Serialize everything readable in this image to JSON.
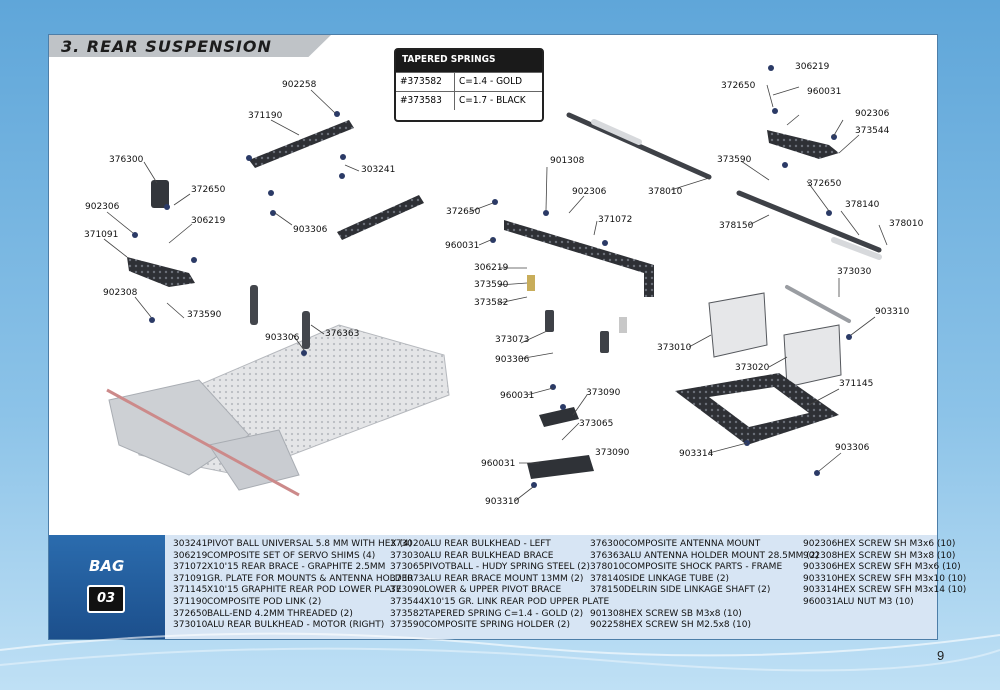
{
  "section_title": "3. REAR SUSPENSION",
  "springs_table": {
    "header": "TAPERED SPRINGS",
    "rows": [
      {
        "code": "#373582",
        "spec": "C=1.4 - GOLD"
      },
      {
        "code": "#373583",
        "spec": "C=1.7 - BLACK"
      }
    ]
  },
  "callouts": {
    "c1": "902258",
    "c2": "371190",
    "c3": "303241",
    "c4": "376300",
    "c5": "372650",
    "c6": "902306",
    "c7": "306219",
    "c8": "371091",
    "c9": "902308",
    "c10": "373590",
    "c11": "903306",
    "c12": "903306",
    "c13": "376363",
    "c14": "372650",
    "c15": "901308",
    "c16": "902306",
    "c17": "371072",
    "c18": "960031",
    "c19": "306219",
    "c20": "373590",
    "c21": "373582",
    "c22": "373073",
    "c23": "903306",
    "c24": "960031",
    "c25": "373090",
    "c26": "373065",
    "c27": "960031",
    "c28": "373090",
    "c29": "903310",
    "c30": "372650",
    "c31": "306219",
    "c32": "960031",
    "c33": "902306",
    "c34": "373544",
    "c35": "373590",
    "c36": "372650",
    "c37": "378010",
    "c38": "378140",
    "c39": "378150",
    "c40": "378010",
    "c41": "373030",
    "c42": "903310",
    "c43": "373010",
    "c44": "373020",
    "c45": "371145",
    "c46": "903314",
    "c47": "903306"
  },
  "bag": {
    "label": "BAG",
    "number": "03"
  },
  "parts": {
    "col1": [
      {
        "code": "303241",
        "desc": "PIVOT BALL UNIVERSAL 5.8 MM WITH HEX (4)"
      },
      {
        "code": "306219",
        "desc": "COMPOSITE SET OF SERVO SHIMS (4)"
      },
      {
        "code": "371072",
        "desc": "X10'15 REAR BRACE - GRAPHITE 2.5MM"
      },
      {
        "code": "371091",
        "desc": "GR. PLATE FOR MOUNTS & ANTENNA HOLDER"
      },
      {
        "code": "371145",
        "desc": "X10'15 GRAPHITE REAR POD LOWER PLATE"
      },
      {
        "code": "371190",
        "desc": "COMPOSITE POD LINK (2)"
      },
      {
        "code": "372650",
        "desc": "BALL-END 4.2MM THREADED (2)"
      },
      {
        "code": "373010",
        "desc": "ALU REAR BULKHEAD - MOTOR (RIGHT)"
      }
    ],
    "col2": [
      {
        "code": "373020",
        "desc": "ALU REAR BULKHEAD - LEFT"
      },
      {
        "code": "373030",
        "desc": "ALU REAR BULKHEAD BRACE"
      },
      {
        "code": "373065",
        "desc": "PIVOTBALL - HUDY SPRING STEEL (2)"
      },
      {
        "code": "373073",
        "desc": "ALU REAR BRACE MOUNT 13MM (2)"
      },
      {
        "code": "373090",
        "desc": "LOWER & UPPER PIVOT BRACE"
      },
      {
        "code": "373544",
        "desc": "X10'15 GR. LINK REAR POD UPPER PLATE"
      },
      {
        "code": "373582",
        "desc": "TAPERED SPRING C=1.4 - GOLD (2)"
      },
      {
        "code": "373590",
        "desc": "COMPOSITE SPRING HOLDER (2)"
      }
    ],
    "col3": [
      {
        "code": "376300",
        "desc": "COMPOSITE ANTENNA MOUNT"
      },
      {
        "code": "376363",
        "desc": "ALU ANTENNA HOLDER MOUNT 28.5MM (2)"
      },
      {
        "code": "378010",
        "desc": "COMPOSITE SHOCK PARTS - FRAME"
      },
      {
        "code": "378140",
        "desc": "SIDE LINKAGE TUBE (2)"
      },
      {
        "code": "378150",
        "desc": "DELRIN SIDE LINKAGE SHAFT (2)"
      },
      {
        "code": "",
        "desc": ""
      },
      {
        "code": "901308",
        "desc": "HEX SCREW SB M3x8 (10)"
      },
      {
        "code": "902258",
        "desc": "HEX SCREW SH M2.5x8 (10)"
      }
    ],
    "col4": [
      {
        "code": "902306",
        "desc": "HEX SCREW SH M3x6 (10)"
      },
      {
        "code": "902308",
        "desc": "HEX SCREW SH M3x8 (10)"
      },
      {
        "code": "903306",
        "desc": "HEX SCREW SFH M3x6 (10)"
      },
      {
        "code": "903310",
        "desc": "HEX SCREW SFH M3x10 (10)"
      },
      {
        "code": "903314",
        "desc": "HEX SCREW SFH M3x14 (10)"
      },
      {
        "code": "960031",
        "desc": "ALU NUT M3 (10)"
      }
    ]
  },
  "page_number": "9",
  "colors": {
    "accent": "#1c4f8c",
    "panel": "#d7e5f4",
    "part": "#3a3d42"
  }
}
